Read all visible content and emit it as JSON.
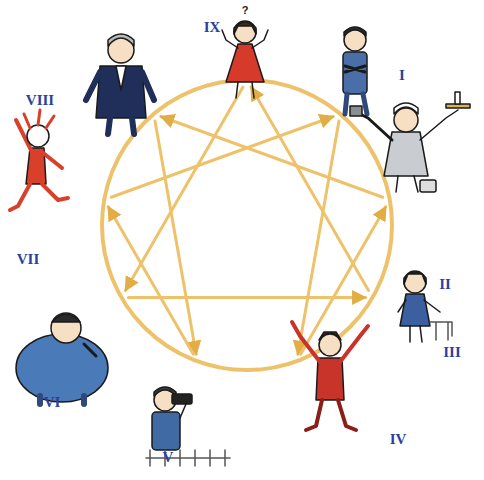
{
  "diagram": {
    "nodes": [
      {
        "text": [
          "I"
        ]
      },
      {
        "text": [
          "II"
        ]
      },
      {
        "text": [
          "III"
        ]
      },
      {
        "text": [
          "IV"
        ]
      },
      {
        "text": [
          "V"
        ]
      },
      {
        "text": [
          "VI"
        ]
      },
      {
        "text": [
          "VII"
        ]
      },
      {
        "text": [
          "VIII"
        ]
      },
      {
        "text": [
          "IX"
        ]
      }
    ],
    "edges": [
      {
        "from": 0,
        "to": 3,
        "arrow": "to"
      },
      {
        "from": 3,
        "to": 1,
        "arrow": "to"
      },
      {
        "from": 1,
        "to": 7,
        "arrow": "to"
      },
      {
        "from": 7,
        "to": 4,
        "arrow": "to"
      },
      {
        "from": 4,
        "to": 6,
        "arrow": "to"
      },
      {
        "from": 6,
        "to": 0,
        "arrow": "to"
      },
      {
        "from": 8,
        "to": 5,
        "arrow": "to"
      },
      {
        "from": 5,
        "to": 2,
        "arrow": "to"
      },
      {
        "from": 2,
        "to": 8,
        "arrow": "to"
      }
    ],
    "labels": [
      "?"
    ]
  }
}
